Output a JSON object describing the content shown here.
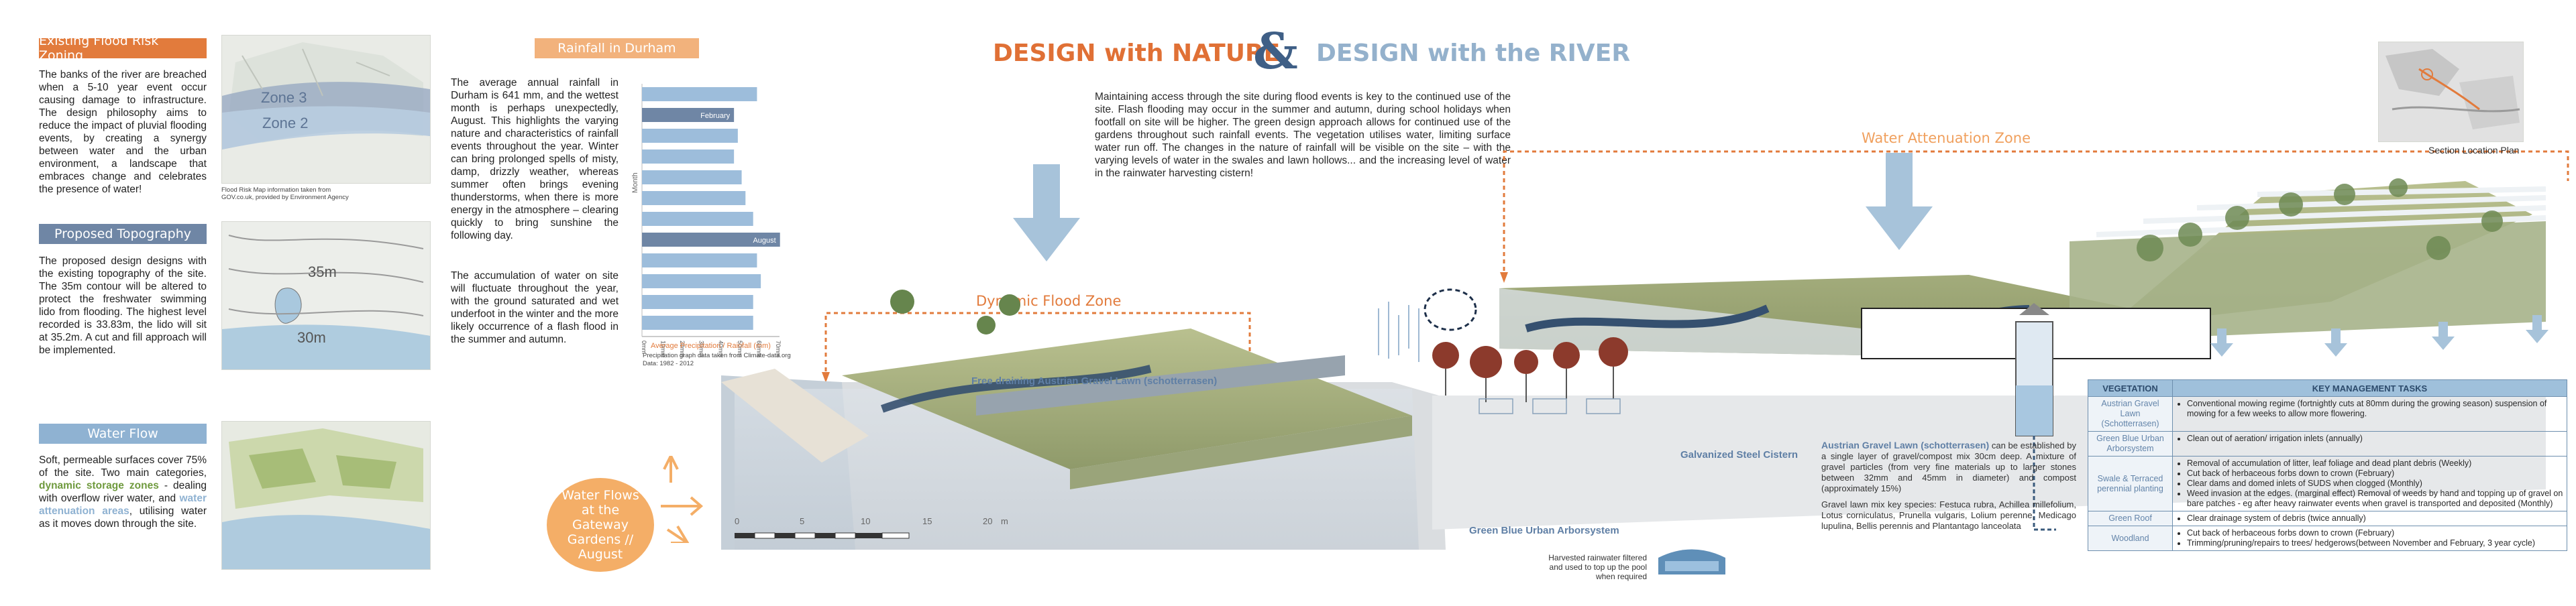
{
  "panels": {
    "flood_zoning": {
      "header": "Existing Flood Risk Zoning",
      "text": "The banks of the river are breached when a 5-10 year event occur causing damage to infrastructure. The design philosophy aims to reduce the impact of pluvial flooding events, by creating a synergy between water and the urban environment, a landscape that embraces change and celebrates the presence of water!",
      "map_zone3": "Zone 3",
      "map_zone2": "Zone 2",
      "map_caption": "Flood Risk Map information taken from GOV.co.uk, provided by Environment Agency"
    },
    "topography": {
      "header": "Proposed Topography",
      "text": "The proposed design designs with the existing topography of the site. The 35m contour will be altered to protect the freshwater swimming lido from flooding. The highest level recorded is 33.83m, the lido will sit at 35.2m. A cut and fill approach will be implemented.",
      "label_35": "35m",
      "label_30": "30m"
    },
    "water_flow": {
      "header": "Water Flow",
      "text_1": "Soft, permeable surfaces cover 75% of the site. Two main categories, ",
      "highlight_1": "dynamic storage zones",
      "text_2": " - dealing with overflow river water, and ",
      "highlight_2": "water attenuation areas",
      "text_3": ", utilising water as it moves down through the site."
    },
    "rainfall": {
      "header": "Rainfall in Durham",
      "text_1": "The average annual rainfall in Durham is 641 mm, and the wettest month is perhaps unexpectedly, August. This highlights the varying nature and characteristics of rainfall events throughout the year. Winter can bring prolonged spells of misty, damp, drizzly weather, whereas summer often brings evening thunderstorms, when there is more energy in the atmosphere – clearing quickly to bring sunshine the following day.",
      "text_2": "The accumulation of water on site will fluctuate throughout the year, with the ground saturated and wet underfoot in the winter and the more likely occurrence of a flash flood in the summer and autumn.",
      "source_1": "Precipitation graph data taken from Climate-data.org",
      "source_2": "Data: 1982 - 2012"
    }
  },
  "chart_data": {
    "type": "bar",
    "orientation": "horizontal",
    "categories": [
      "",
      "February",
      "",
      "",
      "",
      "",
      "",
      "August",
      "",
      "",
      "",
      ""
    ],
    "values": [
      60,
      48,
      50,
      48,
      52,
      54,
      58,
      72,
      60,
      62,
      58,
      58
    ],
    "highlight": [
      "February",
      "August"
    ],
    "xlabel": "Average Precipitation / Rainfall (mm)",
    "ylabel": "Month",
    "xticks": [
      "0mm",
      "10mm",
      "20mm",
      "30mm",
      "40mm",
      "50mm",
      "60mm",
      "70mm"
    ],
    "xlim": [
      0,
      70
    ],
    "bar_color": "#9dbddb",
    "highlight_color": "#6f86a5"
  },
  "title": {
    "part_a": "DESIGN with NATURE",
    "amp": "&",
    "part_b": "DESIGN with the RIVER"
  },
  "intro_text": "Maintaining access through the site during flood events is key to the continued use of the site. Flash flooding may occur in the summer and autumn, during school holidays when footfall on site will be higher. The green design approach allows for continued use of the gardens throughout such rainfall events. The vegetation utilises water, limiting surface water run off. The changes in the nature of rainfall will be visible on the site – with the varying levels of water in the swales and lawn hollows... and the increasing level of water in the rainwater harvesting cistern!",
  "section": {
    "dynamic_zone": "Dynamic Flood Zone",
    "attenuation_zone": "Water Attenuation Zone",
    "lawn_label": "Free draining Austrian Gravel Lawn (schotterrasen)",
    "arborsystem_label": "Green Blue Urban Arborsystem",
    "cistern_label": "Galvanized Steel Cistern",
    "location_plan": "Section Location Plan",
    "gateway_bubble": "Water Flows at the Gateway Gardens // August",
    "harvest_caption": "Harvested rainwater filtered and used to top up the pool when required",
    "scale": [
      "0",
      "5",
      "10",
      "15",
      "20",
      "m"
    ]
  },
  "lawn_note": {
    "title": "Austrian Gravel Lawn (schotterrasen)",
    "text": " can be established by a single layer of gravel/compost mix 30cm deep. A mixture of gravel particles (from very fine materials up to larger stones between 32mm and 45mm in diameter) and compost (approximately 15%)",
    "species": "Gravel lawn mix key species: Festuca rubra, Achillea millefolium, Lotus corniculatus, Prunella vulgaris, Lolium perenne, Medicago lupulina, Bellis perennis and Plantantago lanceolata"
  },
  "table": {
    "col1": "VEGETATION",
    "col2": "KEY MANAGEMENT TASKS",
    "rows": [
      {
        "veg": "Austrian Gravel Lawn (Schotterrasen)",
        "tasks": [
          "Conventional mowing regime (fortnightly cuts at 80mm during the growing season) suspension of mowing for a few weeks to allow more flowering."
        ]
      },
      {
        "veg": "Green Blue Urban Arborsystem",
        "tasks": [
          "Clean out of aeration/ irrigation inlets (annually)"
        ]
      },
      {
        "veg": "Swale & Terraced perennial planting",
        "tasks": [
          "Removal of accumulation of litter, leaf foliage and dead plant debris (Weekly)",
          "Cut back of herbaceous forbs down to crown (February)",
          "Clear dams and domed inlets of SUDS when clogged (Monthly)",
          "Weed invasion at the edges. (marginal effect) Removal of weeds by hand and topping up of gravel on bare patches - eg after heavy rainwater events when gravel is transported and deposited (Monthly)"
        ]
      },
      {
        "veg": "Green Roof",
        "tasks": [
          "Clear drainage system of debris (twice annually)"
        ]
      },
      {
        "veg": "Woodland",
        "tasks": [
          "Cut back of herbaceous forbs down to crown (February)",
          "Trimming/pruning/repairs to trees/ hedgerows(between November and February, 3 year cycle)"
        ]
      }
    ]
  }
}
